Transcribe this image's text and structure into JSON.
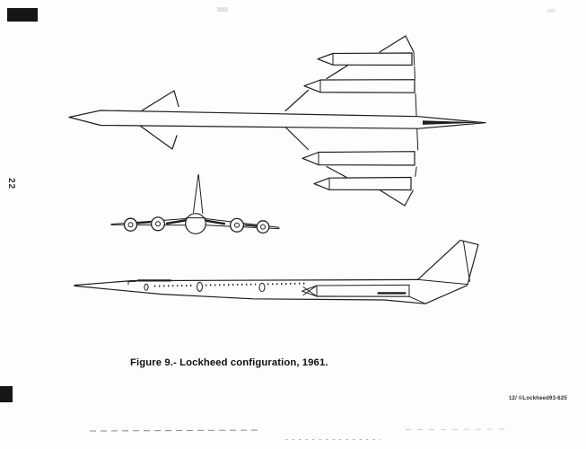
{
  "colors": {
    "paper": "#fdfdfd",
    "ink": "#1e1e1e",
    "artifact_black": "#161616",
    "artifact_gray": "#8f8f8f"
  },
  "page": {
    "number": "22",
    "caption": "Figure 9.- Lockheed configuration, 1961.",
    "stamp": "12/ ©Lockheed93-625"
  },
  "figure": {
    "subject": "Lockheed supersonic transport configuration, 1961",
    "views": [
      "top (plan) view with four engine nacelles",
      "front view",
      "side view"
    ]
  }
}
